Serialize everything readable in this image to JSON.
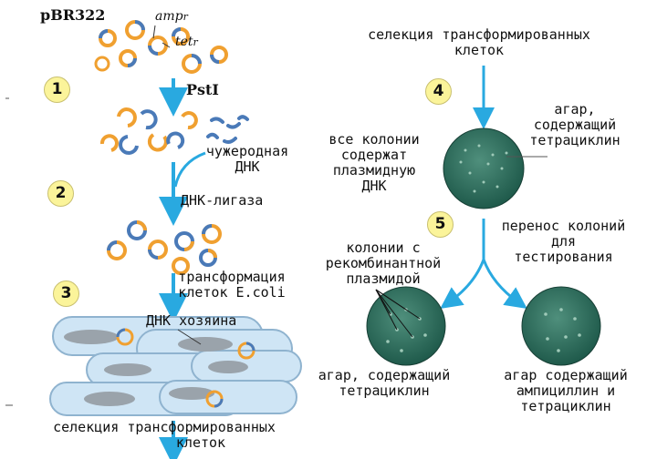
{
  "left": {
    "plasmid_name": "pBR322",
    "amp_label": "amp",
    "amp_sup": "r",
    "tet_label": "tet",
    "tet_sup": "r",
    "enzyme": "PstI",
    "foreign_dna": [
      "чужеродная",
      "ДНК"
    ],
    "ligase": "ДНК-лигаза",
    "transformation": [
      "трансформация",
      "клеток  E.coli"
    ],
    "host_dna": "ДНК хозяина",
    "selection": [
      "селекция трансформированных",
      "клеток"
    ]
  },
  "right": {
    "selection": [
      "селекция  трансформированных",
      "клеток"
    ],
    "agar_tet_top": [
      "агар,",
      "содержащий",
      "тетрациклин"
    ],
    "all_colonies": [
      "все колонии",
      "содержат",
      "плазмидную",
      "ДНК"
    ],
    "transfer": [
      "перенос колоний",
      "для",
      "тестирования"
    ],
    "recombinant": [
      "колонии с",
      "рекомбинантной",
      "плазмидой"
    ],
    "agar_tet_bottom": [
      "агар, содержащий",
      "тетрациклин"
    ],
    "agar_amp_tet": [
      "агар содержащий",
      "ампициллин и",
      "тетрациклин"
    ]
  },
  "steps": [
    "1",
    "2",
    "3",
    "4",
    "5"
  ],
  "colors": {
    "arrow": "#29a9e0",
    "plate": "#2b6b5b",
    "ring_orange": "#f0a030",
    "ring_blue": "#4a7ab8",
    "cell_fill": "#cfe5f5",
    "cell_stroke": "#8fb3cf"
  }
}
